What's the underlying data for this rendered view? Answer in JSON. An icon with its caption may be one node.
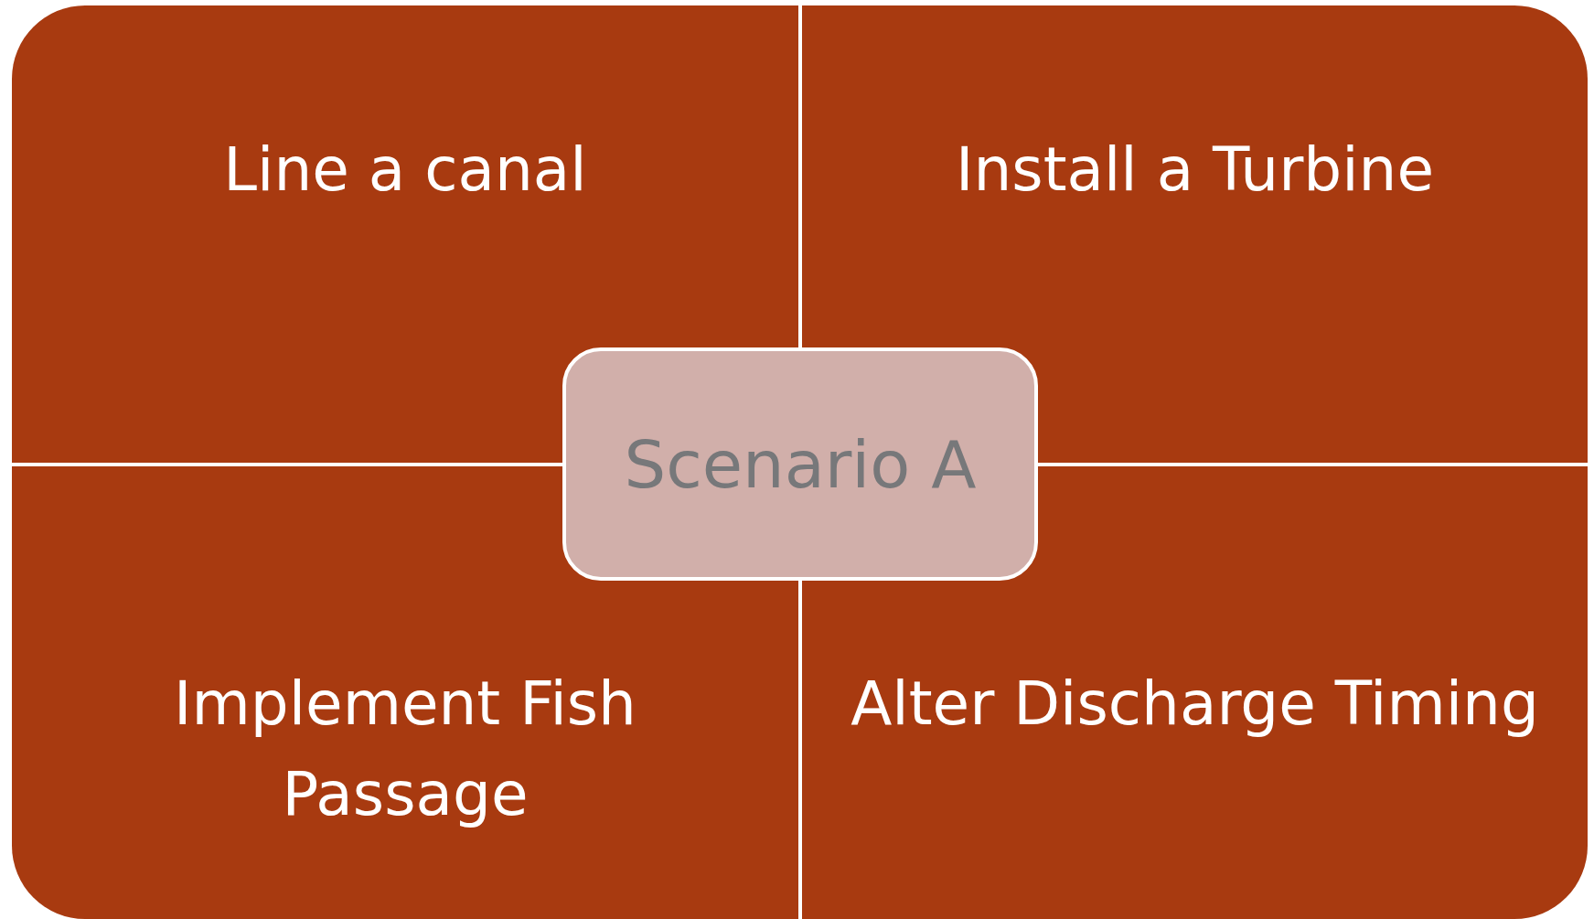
{
  "diagram": {
    "nodes": [
      {
        "text": [
          "Line a canal"
        ]
      },
      {
        "text": [
          "Install a Turbine"
        ]
      },
      {
        "text": [
          "Scenario A"
        ]
      },
      {
        "text": [
          "Implement Fish Passage"
        ]
      },
      {
        "text": [
          "Alter Discharge Timing"
        ]
      }
    ]
  }
}
